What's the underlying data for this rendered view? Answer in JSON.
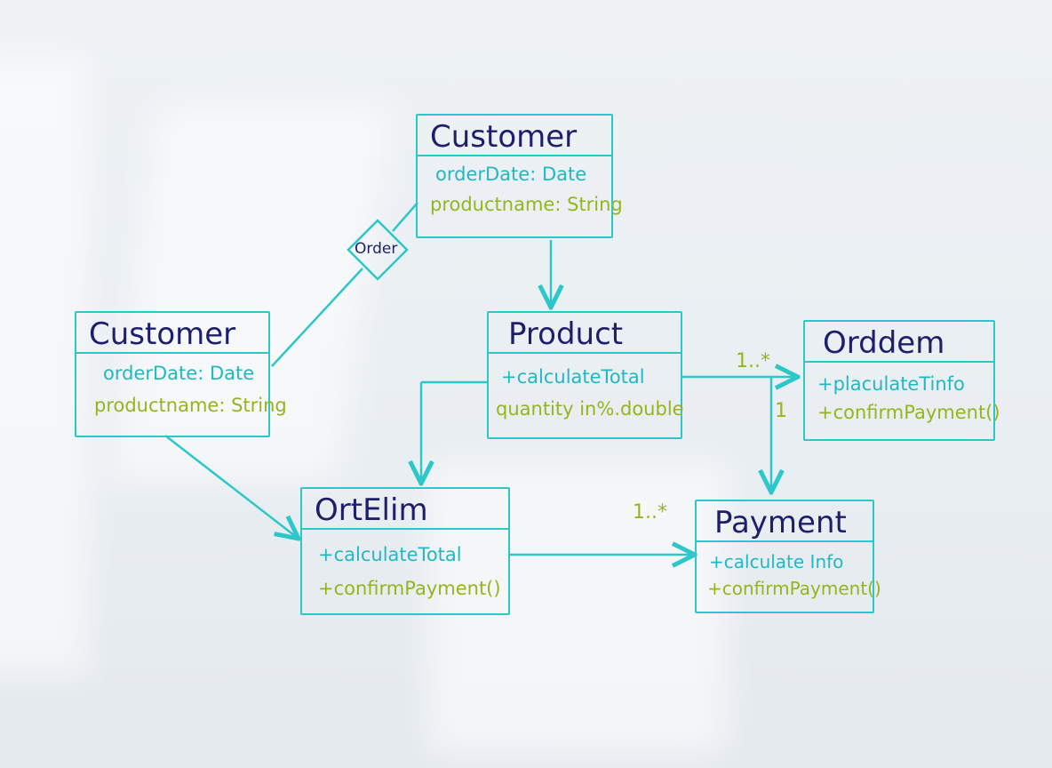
{
  "colors": {
    "line": "#2ec7c9",
    "title": "#1e1f6b",
    "attr_teal": "#22b8c3",
    "attr_lime": "#96b41e"
  },
  "classes": {
    "customer_top": {
      "name": "Customer",
      "rows": [
        "orderDate: Date",
        "productname: String"
      ]
    },
    "customer_left": {
      "name": "Customer",
      "rows": [
        "orderDate: Date",
        "productname: String"
      ]
    },
    "product": {
      "name": "Product",
      "rows": [
        "+calculateTotal",
        "quantity in%.double"
      ]
    },
    "orddem": {
      "name": "Orddem",
      "rows": [
        "+placulateTinfo",
        "+confirmPayment()"
      ]
    },
    "ortelim": {
      "name": "OrtElim",
      "rows": [
        "+calculateTotal",
        "+confirmPayment()"
      ]
    },
    "payment": {
      "name": "Payment",
      "rows": [
        "+calculate Info",
        "+confirmPayment()"
      ]
    }
  },
  "relations": {
    "order_label": "Order",
    "mult_product_orddem": "1..*",
    "mult_orddem_payment": "1",
    "mult_ortelim_payment": "1..*"
  }
}
